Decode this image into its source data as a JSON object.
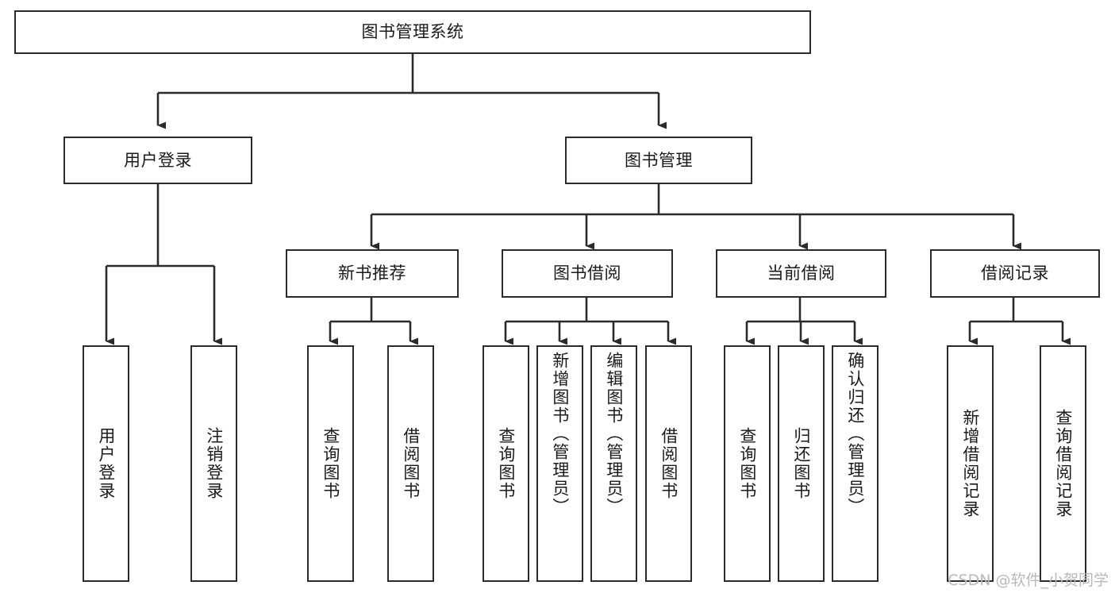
{
  "diagram": {
    "type": "tree-hierarchy",
    "title": "图书管理系统",
    "watermark": "CSDN @软件_小贺同学",
    "colors": {
      "background": "#ffffff",
      "stroke": "#2b2b2b",
      "text": "#1a1a1a",
      "watermark": "#b9b9b9"
    },
    "nodes": {
      "root": {
        "label": "图书管理系统"
      },
      "level2": [
        {
          "label": "用户登录"
        },
        {
          "label": "图书管理"
        }
      ],
      "level3": [
        {
          "label": "新书推荐"
        },
        {
          "label": "图书借阅"
        },
        {
          "label": "当前借阅"
        },
        {
          "label": "借阅记录"
        }
      ],
      "leaves": {
        "user_login": [
          {
            "label": "用户登录"
          },
          {
            "label": "注销登录"
          }
        ],
        "new_book": [
          {
            "label": "查询图书"
          },
          {
            "label": "借阅图书"
          }
        ],
        "borrow_book": [
          {
            "label": "查询图书"
          },
          {
            "label": "新增图书（管理员）"
          },
          {
            "label": "编辑图书（管理员）"
          },
          {
            "label": "借阅图书"
          }
        ],
        "current_borrow": [
          {
            "label": "查询图书"
          },
          {
            "label": "归还图书"
          },
          {
            "label": "确认归还（管理员）"
          }
        ],
        "borrow_record": [
          {
            "label": "新增借阅记录"
          },
          {
            "label": "查询借阅记录"
          }
        ]
      }
    }
  }
}
